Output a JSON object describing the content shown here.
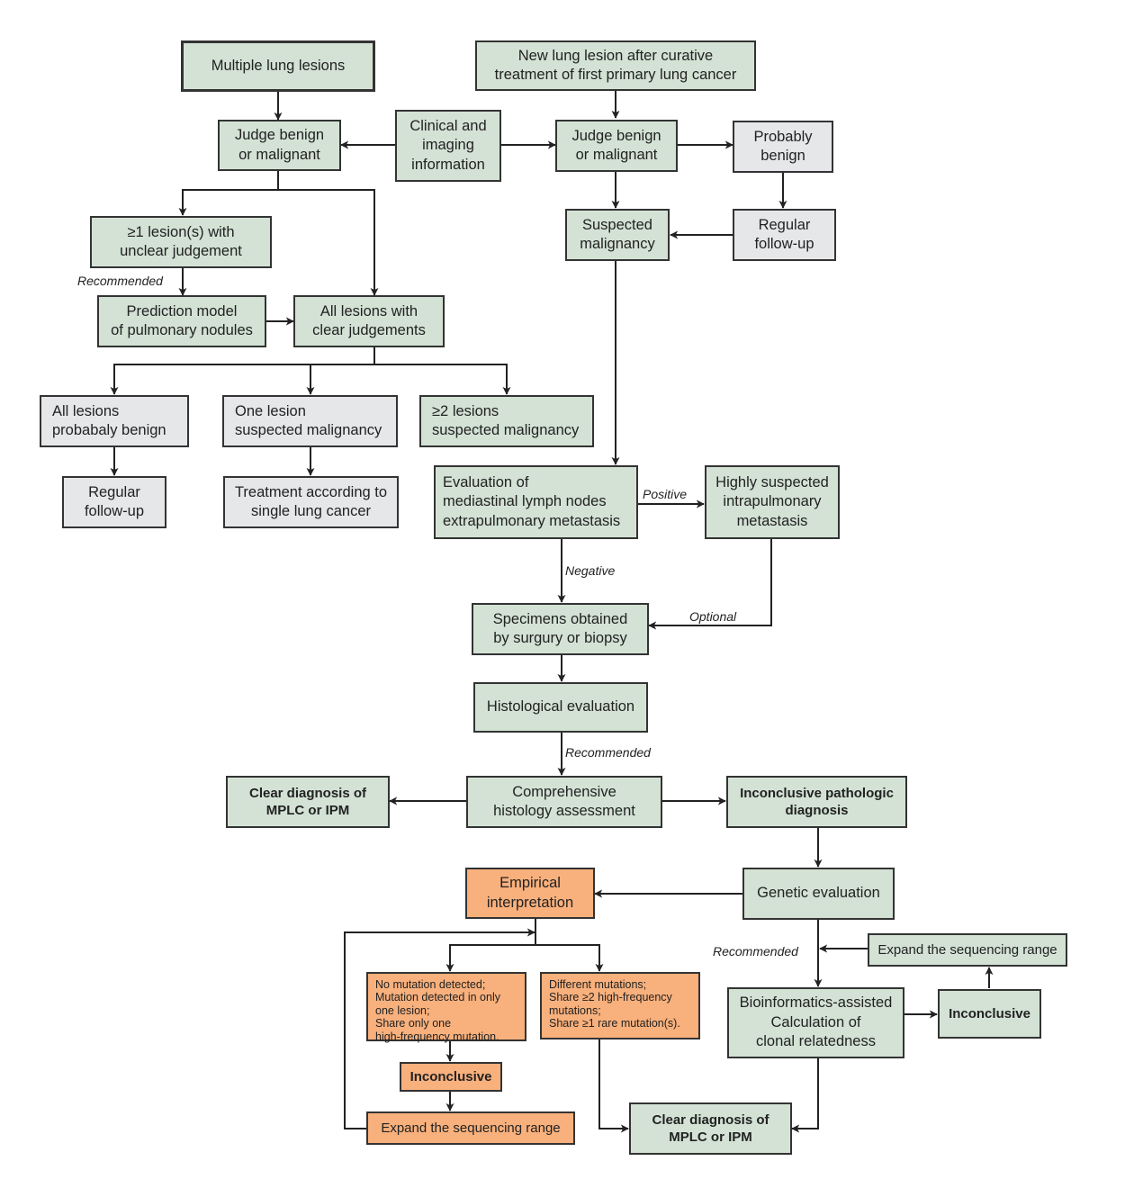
{
  "nodes": {
    "multiple_lesions": "Multiple lung lesions",
    "new_lesion": "New lung lesion after curative\ntreatment of first primary lung cancer",
    "clinical_info": "Clinical and\nimaging\ninformation",
    "judge_left": "Judge benign\nor malignant",
    "judge_right": "Judge benign\nor malignant",
    "probably_benign": "Probably\nbenign",
    "suspected_malignancy": "Suspected\nmalignancy",
    "regular_followup_right": "Regular\nfollow-up",
    "unclear_judgement": "≥1 lesion(s) with\nunclear judgement",
    "prediction_model": "Prediction model\nof pulmonary nodules",
    "clear_judgements": "All lesions with\nclear judgements",
    "all_benign": "All lesions\nprobabaly benign",
    "one_lesion": "One lesion\nsuspected malignancy",
    "two_lesions": "≥2 lesions\nsuspected malignancy",
    "regular_followup_left": "Regular\nfollow-up",
    "treatment_single": "Treatment according to\nsingle lung cancer",
    "evaluation_lymph": "Evaluation of\nmediastinal lymph nodes\nextrapulmonary metastasis",
    "highly_suspected": "Highly suspected\nintrapulmonary\nmetastasis",
    "specimens": "Specimens obtained\nby surgury or biopsy",
    "histological": "Histological evaluation",
    "comprehensive": "Comprehensive\nhistology assessment",
    "clear_diag_top": "Clear diagnosis of\nMPLC or IPM",
    "inconclusive_patho": "Inconclusive pathologic\ndiagnosis",
    "genetic": "Genetic evaluation",
    "empirical": "Empirical\ninterpretation",
    "expand_right": "Expand the sequencing range",
    "no_mutation": "No mutation detected;\nMutation detected in only\none lesion;\nShare only one\nhigh-frequency mutation.",
    "different_mutations": "Different mutations;\nShare ≥2 high-frequency\nmutations;\nShare ≥1 rare mutation(s).",
    "bioinformatics": "Bioinformatics-assisted\nCalculation of\nclonal relatedness",
    "inconclusive_right": "Inconclusive",
    "inconclusive_left": "Inconclusive",
    "expand_left": "Expand the sequencing range",
    "clear_diag_bottom": "Clear diagnosis of\nMPLC or IPM"
  },
  "edge_labels": {
    "recommended_1": "Recommended",
    "positive": "Positive",
    "negative": "Negative",
    "optional": "Optional",
    "recommended_2": "Recommended",
    "recommended_3": "Recommended"
  },
  "colors": {
    "green_fill": "#d3e2d5",
    "gray_fill": "#e6e7e9",
    "orange_fill": "#f8b07c",
    "line": "#222222"
  }
}
